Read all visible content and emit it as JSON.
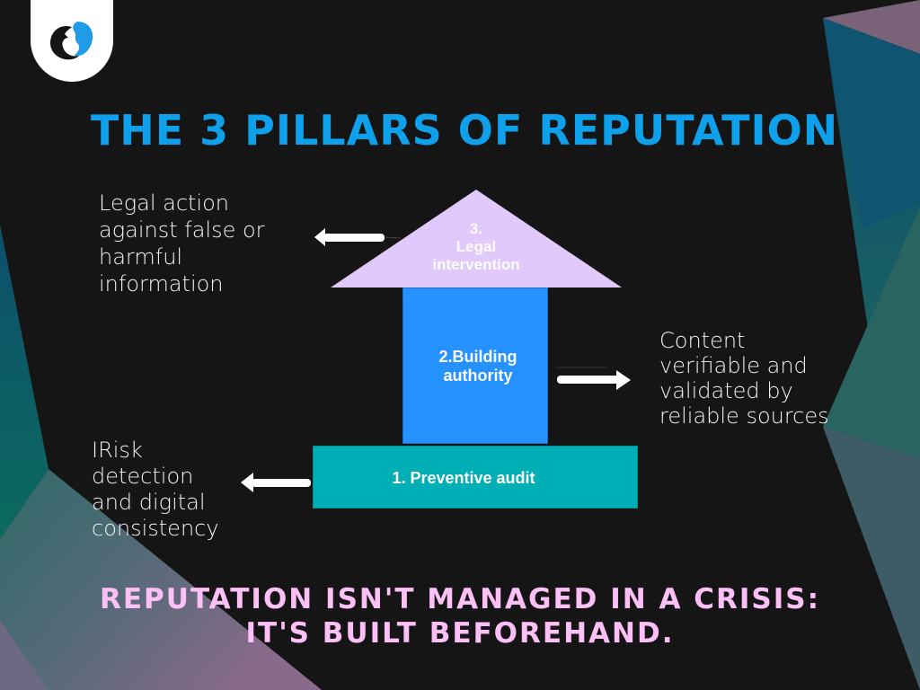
{
  "logo": {
    "icon": "reputation-logo-icon"
  },
  "title": "THE 3 PILLARS OF REPUTATION",
  "pillars": [
    {
      "level": 3,
      "label": "3.\nLegal\nintervention",
      "shape": "triangle",
      "color": "#e2c9fb",
      "description": "Legal action\nagainst false or\nharmful\ninformation",
      "arrow_direction": "left"
    },
    {
      "level": 2,
      "label": "2.Building\nauthority",
      "shape": "rectangle",
      "color": "#2592ff",
      "description": "Content\nverifiable and\nvalidated by\nreliable sources",
      "arrow_direction": "right"
    },
    {
      "level": 1,
      "label": "1. Preventive audit",
      "shape": "rectangle",
      "color": "#00aeb5",
      "description": "IRisk\ndetection\nand digital\nconsistency",
      "arrow_direction": "left"
    }
  ],
  "tagline": "REPUTATION ISN'T MANAGED IN A CRISIS:\nIT'S BUILT BEFOREHAND.",
  "colors": {
    "background": "#151515",
    "title": "#0ea0ea",
    "tagline": "#fdc0f6",
    "text": "#f2f2f2"
  }
}
